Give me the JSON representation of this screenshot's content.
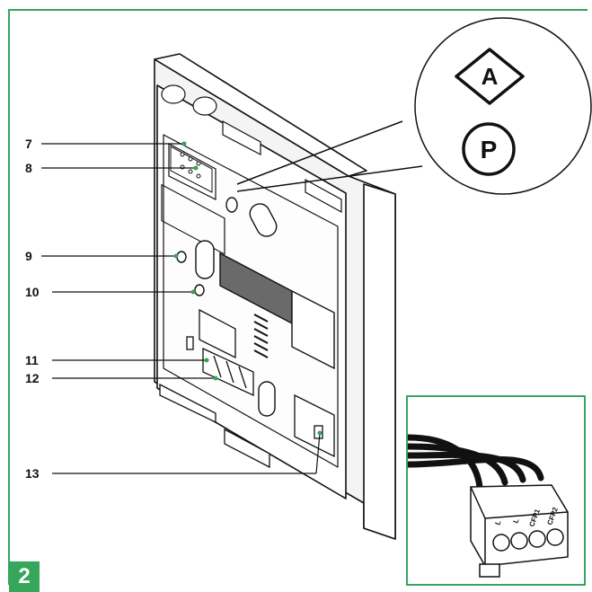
{
  "figure": {
    "number": "2"
  },
  "callouts": [
    {
      "label": "7"
    },
    {
      "label": "8"
    },
    {
      "label": "9"
    },
    {
      "label": "10"
    },
    {
      "label": "11"
    },
    {
      "label": "12"
    },
    {
      "label": "13"
    }
  ],
  "zoom_symbols": {
    "diamond_letter": "A",
    "circle_letter": "P"
  },
  "connector": {
    "pins": [
      "L",
      "L",
      "CFP1",
      "CFP2"
    ]
  },
  "colors": {
    "accent": "#36a65a",
    "line": "#111111"
  }
}
